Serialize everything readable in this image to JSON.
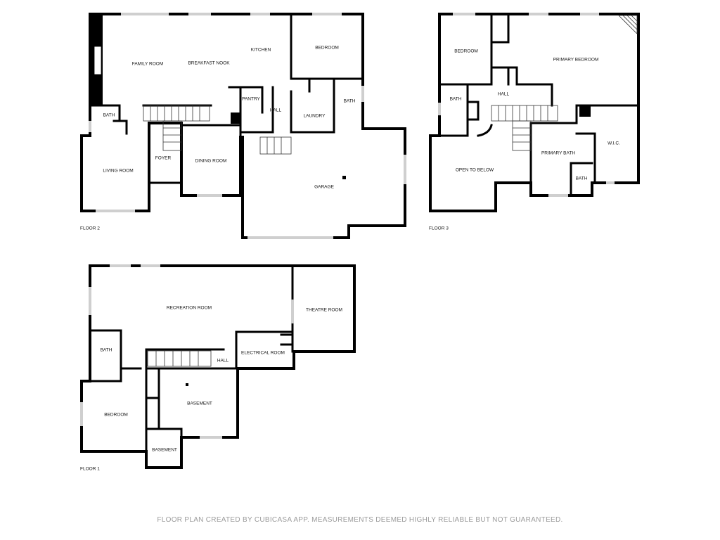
{
  "floors": {
    "floor2": {
      "label": "FLOOR 2",
      "rooms": {
        "family_room": "FAMILY ROOM",
        "breakfast_nook": "BREAKFAST NOOK",
        "kitchen": "KITCHEN",
        "bedroom": "BEDROOM",
        "pantry": "PANTRY",
        "hall": "HALL",
        "laundry": "LAUNDRY",
        "bath_right": "BATH",
        "bath_left": "BATH",
        "foyer": "FOYER",
        "living_room": "LIVING ROOM",
        "dining_room": "DINING ROOM",
        "garage": "GARAGE"
      }
    },
    "floor3": {
      "label": "FLOOR 3",
      "rooms": {
        "bedroom": "BEDROOM",
        "primary_bedroom": "PRIMARY BEDROOM",
        "bath": "BATH",
        "hall": "HALL",
        "open_to_below": "OPEN TO BELOW",
        "primary_bath": "PRIMARY BATH",
        "wic": "W.I.C.",
        "bath_small": "BATH"
      }
    },
    "floor1": {
      "label": "FLOOR 1",
      "rooms": {
        "recreation_room": "RECREATION ROOM",
        "theatre_room": "THEATRE ROOM",
        "bath": "BATH",
        "hall": "HALL",
        "electrical_room": "ELECTRICAL ROOM",
        "bedroom": "BEDROOM",
        "basement_main": "BASEMENT",
        "basement_small": "BASEMENT"
      }
    }
  },
  "footer": {
    "text": "FLOOR PLAN CREATED BY CUBICASA APP. MEASUREMENTS DEEMED HIGHLY RELIABLE BUT NOT GUARANTEED."
  },
  "colors": {
    "wall": "#000000",
    "window": "#cfcfcf",
    "footer_text": "#9a9a9a",
    "background": "#ffffff"
  }
}
